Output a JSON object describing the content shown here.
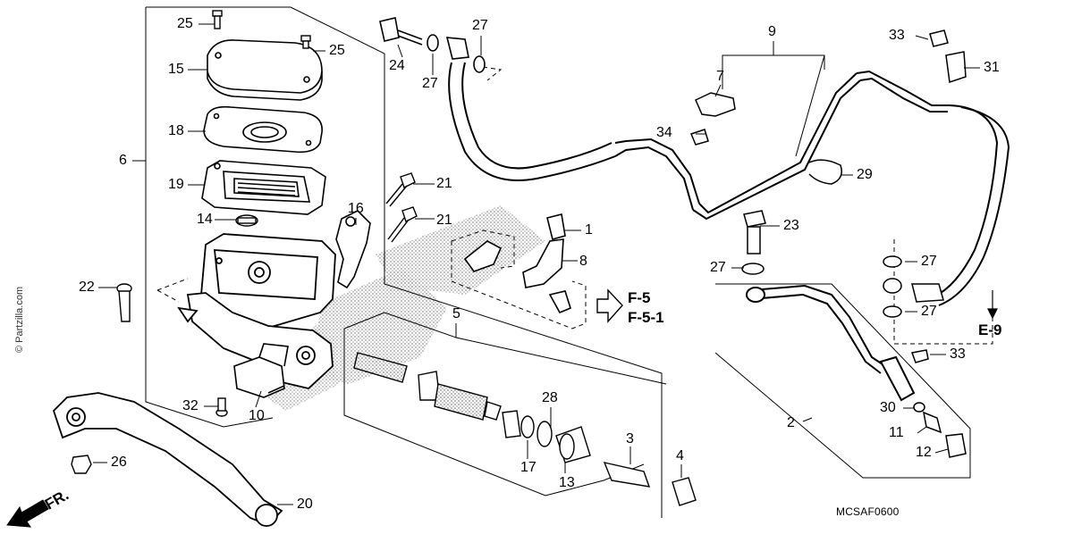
{
  "diagram": {
    "watermark": "© Partzilla.com",
    "diagram_code": "MCSAF0600",
    "front_marker": "FR.",
    "references": [
      "F-5",
      "F-5-1",
      "E-9"
    ],
    "callouts": {
      "c25a": "25",
      "c25b": "25",
      "c15": "15",
      "c18": "18",
      "c19": "19",
      "c14": "14",
      "c6": "6",
      "c22": "22",
      "c32": "32",
      "c10": "10",
      "c26": "26",
      "c20": "20",
      "c24": "24",
      "c27a": "27",
      "c27b": "27",
      "c21a": "21",
      "c21b": "21",
      "c16": "16",
      "c1": "1",
      "c8": "8",
      "c5": "5",
      "c28": "28",
      "c17": "17",
      "c13": "13",
      "c3": "3",
      "c4": "4",
      "c9": "9",
      "c7": "7",
      "c34": "34",
      "c29": "29",
      "c23": "23",
      "c27c": "27",
      "c27d": "27",
      "c27e": "27",
      "c33a": "33",
      "c31": "31",
      "c33b": "33",
      "c2": "2",
      "c30": "30",
      "c11": "11",
      "c12": "12"
    }
  }
}
